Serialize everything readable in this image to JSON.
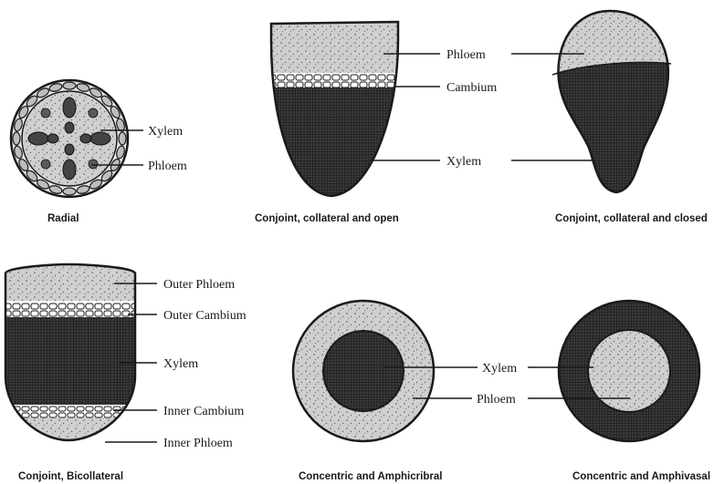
{
  "colors": {
    "ink": "#1a1a1a",
    "xylem": "#2b2b2b",
    "phloem": "#cfcfcf",
    "paper": "#ffffff"
  },
  "diagrams": {
    "radial": {
      "caption": "Radial",
      "labels": {
        "xylem": "Xylem",
        "phloem": "Phloem"
      }
    },
    "open": {
      "caption": "Conjoint, collateral and open",
      "labels": {
        "phloem": "Phloem",
        "cambium": "Cambium",
        "xylem": "Xylem"
      }
    },
    "closed": {
      "caption": "Conjoint, collateral and closed"
    },
    "bicollateral": {
      "caption": "Conjoint, Bicollateral",
      "labels": {
        "outer_phloem": "Outer Phloem",
        "outer_cambium": "Outer Cambium",
        "xylem": "Xylem",
        "inner_cambium": "Inner Cambium",
        "inner_phloem": "Inner Phloem"
      }
    },
    "amphicribral": {
      "caption": "Concentric and Amphicribral",
      "labels": {
        "xylem": "Xylem",
        "phloem": "Phloem"
      }
    },
    "amphivasal": {
      "caption": "Concentric and Amphivasal"
    }
  }
}
